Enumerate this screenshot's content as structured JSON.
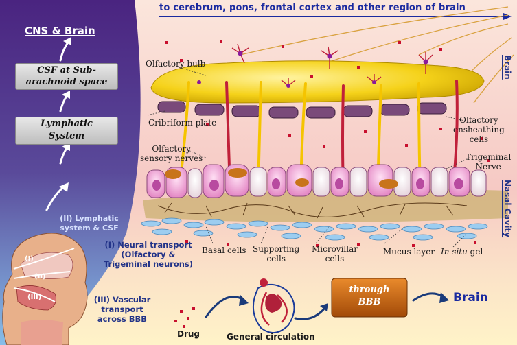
{
  "header": {
    "text": "to cerebrum, pons, frontal cortex and other region of brain"
  },
  "left_panel": {
    "cns": "CNS & Brain",
    "csf_line1": "CSF at Sub-",
    "csf_line2": "arachnoid space",
    "lymph_line1": "Lymphatic",
    "lymph_line2": "System",
    "route2_line1": "(II) Lymphatic",
    "route2_line2": "system & CSF"
  },
  "head_markers": {
    "i": "(I)",
    "ii": "(II)",
    "iii": "(III)"
  },
  "routes": {
    "neural_line1": "(I) Neural transport",
    "neural_line2": "(Olfactory &",
    "neural_line3": "Trigeminal neurons)",
    "vascular_line1": "(III) Vascular",
    "vascular_line2": "transport",
    "vascular_line3": "across BBB"
  },
  "labels": {
    "olfactory_bulb": "Olfactory bulb",
    "cribriform": "Cribriform plate",
    "sensory_line1": "Olfactory",
    "sensory_line2": "sensory nerves",
    "ensheathing_line1": "Olfactory",
    "ensheathing_line2": "ensheathing",
    "ensheathing_line3": "cells",
    "trigeminal_line1": "Trigeminal",
    "trigeminal_line2": "Nerve",
    "basal": "Basal cells",
    "supporting_line1": "Supporting",
    "supporting_line2": "cells",
    "microvillar_line1": "Microvillar",
    "microvillar_line2": "cells",
    "mucus": "Mucus layer",
    "gel_italic": "In situ",
    "gel_rest": " gel",
    "brain_vertical": "Brain",
    "nasal_vertical": "Nasal Cavity"
  },
  "bottom": {
    "drug": "Drug",
    "circulation": "General circulation",
    "bbb_line1": "through",
    "bbb_line2": "BBB",
    "brain": "Brain"
  },
  "colors": {
    "left_panel_top": "#5a2a86",
    "left_panel_bottom": "#7fb3e6",
    "bulb": "#f5d21a",
    "nerve_yellow": "#f5c400",
    "nerve_red": "#c0203a",
    "cell_pink": "#e890c8",
    "bbb_box": "#c8620e",
    "title_blue": "#1a2aa0"
  }
}
